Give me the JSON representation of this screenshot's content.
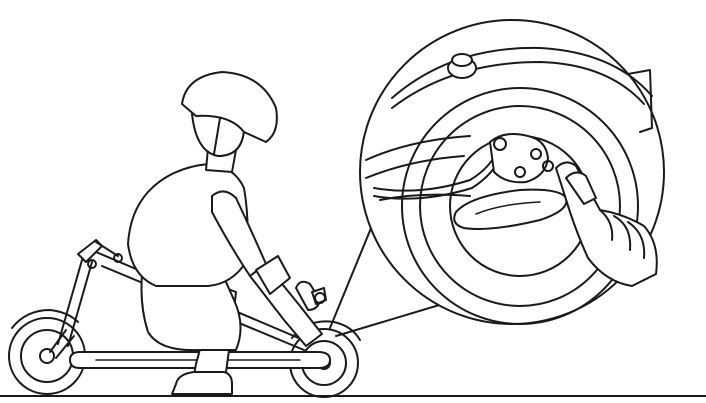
{
  "figure": {
    "style": "monochrome line art",
    "stroke_color": "#1a1a1a",
    "background_color": "#ffffff",
    "panels": [
      "rider-with-scooter",
      "rear-brake-detail-callout"
    ]
  }
}
